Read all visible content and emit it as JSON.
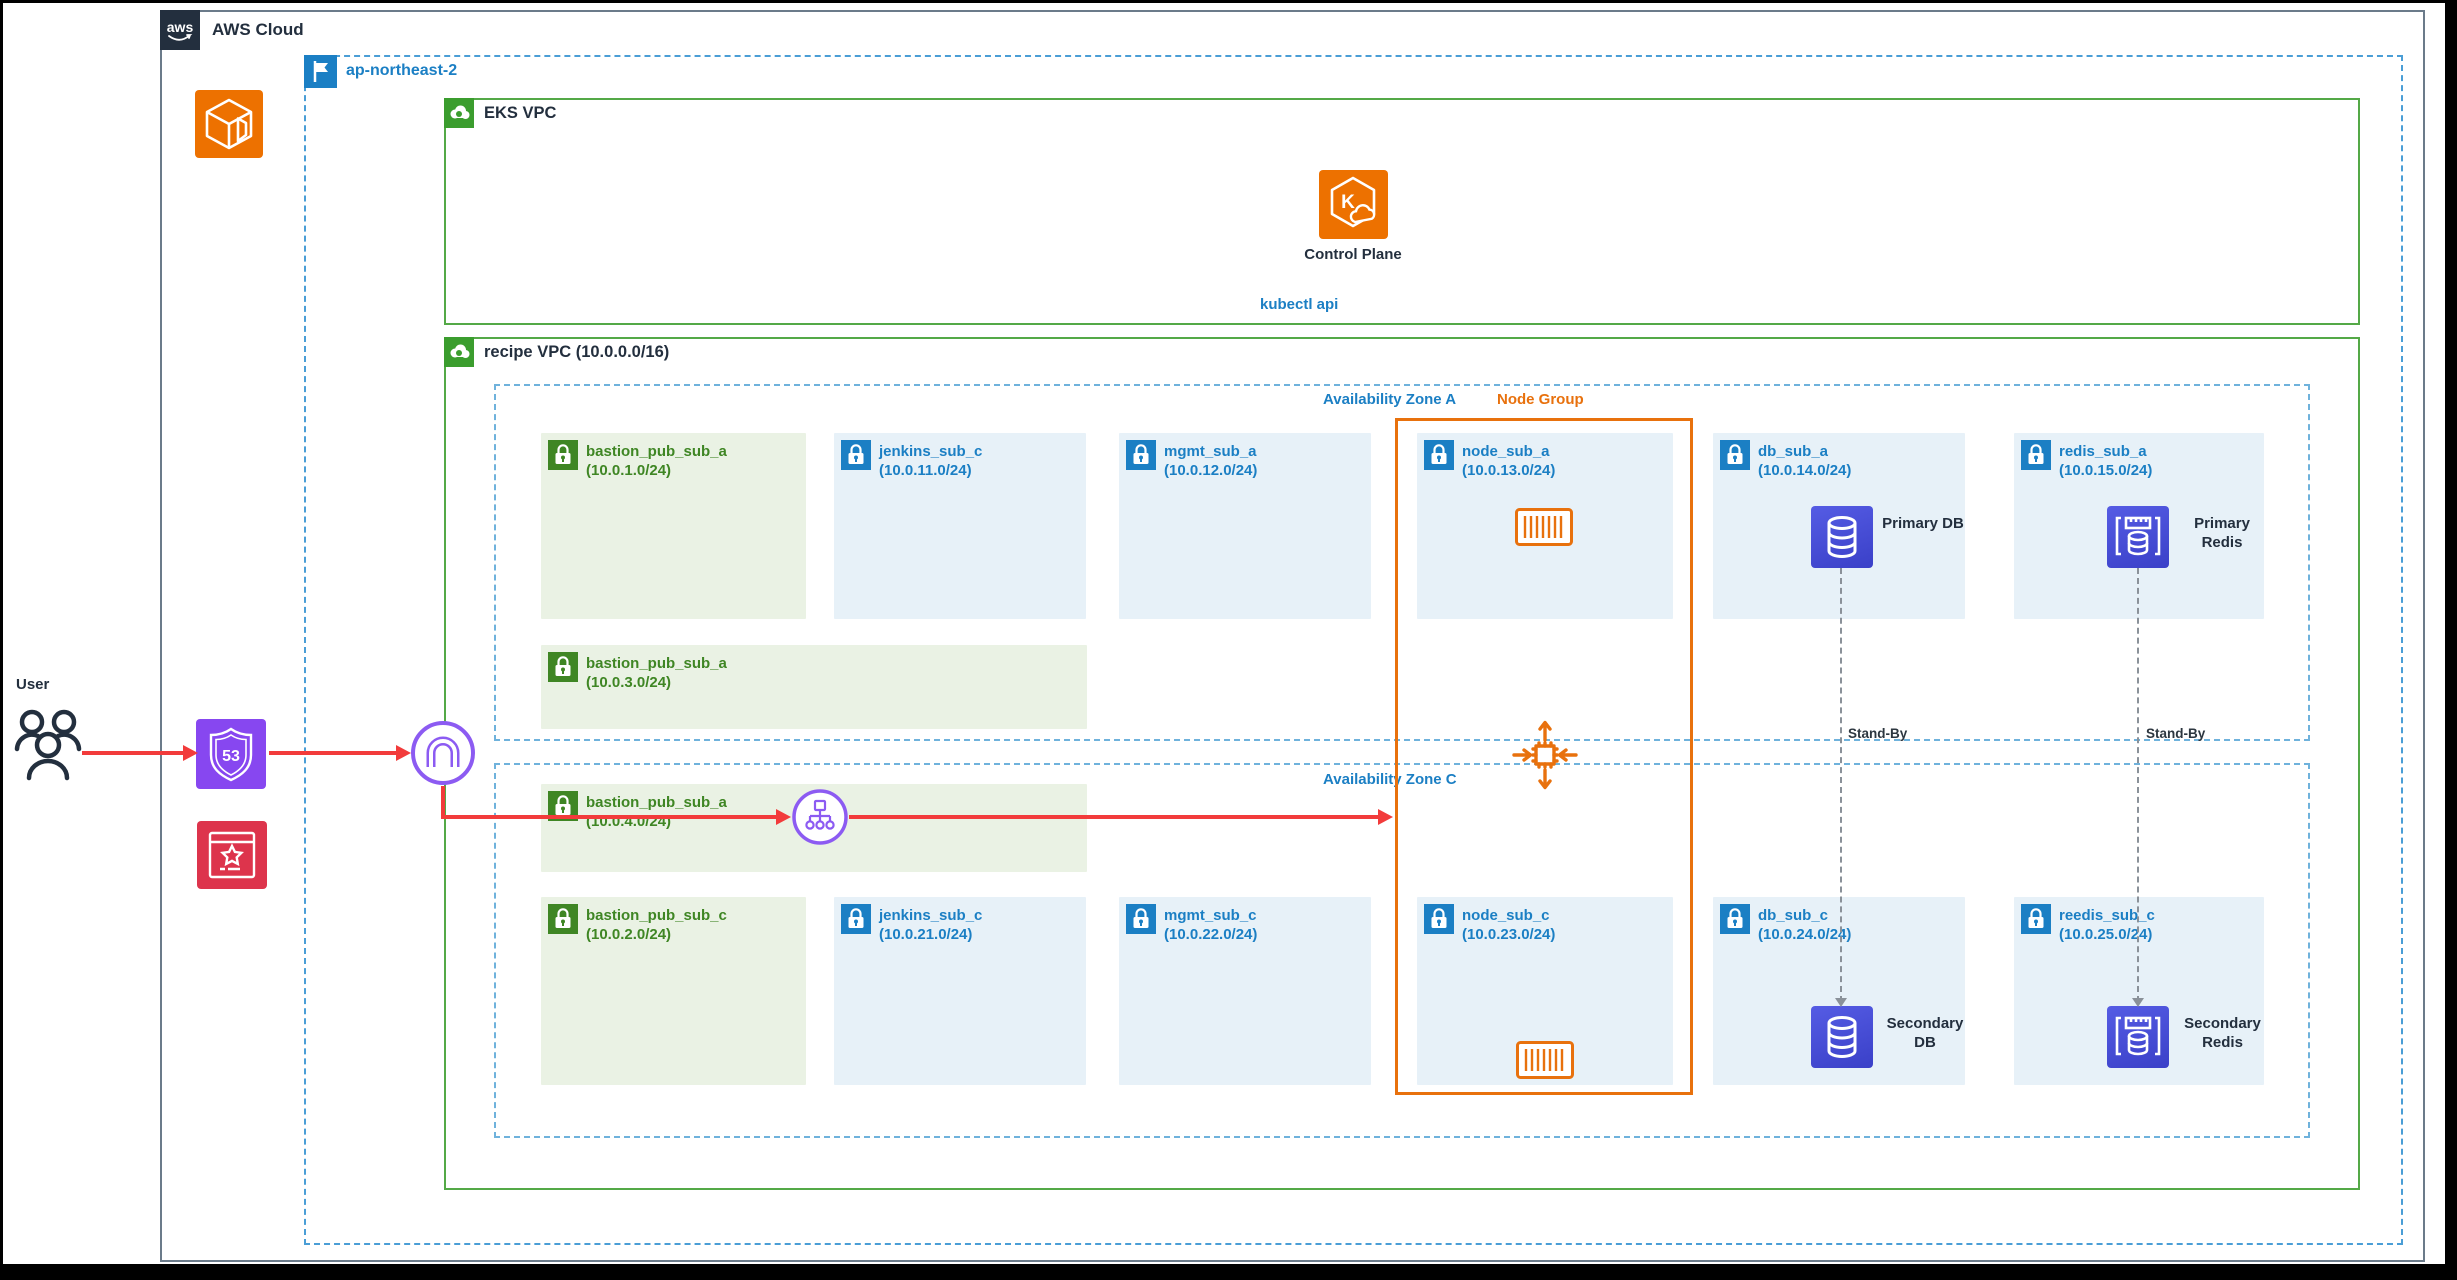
{
  "aws_cloud": {
    "label": "AWS Cloud"
  },
  "region": {
    "label": "ap-northeast-2"
  },
  "eks_vpc": {
    "label": "EKS VPC"
  },
  "control_plane": {
    "label": "Control Plane"
  },
  "kubectl": {
    "label": "kubectl api"
  },
  "recipe_vpc": {
    "label": "recipe VPC (10.0.0.0/16)"
  },
  "zone_a": {
    "label": "Availability Zone A"
  },
  "zone_c": {
    "label": "Availability Zone C"
  },
  "node_group": {
    "label": "Node Group"
  },
  "user": {
    "label": "User"
  },
  "subnets": [
    {
      "name": "bastion_pub_sub_a",
      "cidr": "(10.0.1.0/24)"
    },
    {
      "name": "jenkins_sub_c",
      "cidr": "(10.0.11.0/24)"
    },
    {
      "name": "mgmt_sub_a",
      "cidr": "(10.0.12.0/24)"
    },
    {
      "name": "node_sub_a",
      "cidr": "(10.0.13.0/24)"
    },
    {
      "name": "db_sub_a",
      "cidr": "(10.0.14.0/24)"
    },
    {
      "name": "redis_sub_a",
      "cidr": "(10.0.15.0/24)"
    },
    {
      "name": "bastion_pub_sub_a",
      "cidr": "(10.0.3.0/24)"
    },
    {
      "name": "bastion_pub_sub_a",
      "cidr": "(10.0.4.0/24)"
    },
    {
      "name": "bastion_pub_sub_c",
      "cidr": "(10.0.2.0/24)"
    },
    {
      "name": "jenkins_sub_c",
      "cidr": "(10.0.21.0/24)"
    },
    {
      "name": "mgmt_sub_c",
      "cidr": "(10.0.22.0/24)"
    },
    {
      "name": "node_sub_c",
      "cidr": "(10.0.23.0/24)"
    },
    {
      "name": "db_sub_c",
      "cidr": "(10.0.24.0/24)"
    },
    {
      "name": "reedis_sub_c",
      "cidr": "(10.0.25.0/24)"
    }
  ],
  "resources": {
    "primary_db": "Primary DB",
    "primary_redis": "Primary Redis",
    "secondary_db": "Secondary DB",
    "secondary_redis": "Secondary Redis",
    "standby_left": "Stand-By",
    "standby_right": "Stand-By"
  },
  "icons": {
    "aws_logo": "aws",
    "route53_number": "53",
    "eks_letter": "K"
  },
  "colors": {
    "dark_navy": "#232F3E",
    "region_blue": "#1B7FC4",
    "vpc_green": "#54A947",
    "subnet_green": "#3F8624",
    "subnet_green_bg": "#EAF2E4",
    "subnet_blue_bg": "#E7F1F8",
    "node_group_orange": "#E8710D",
    "service_orange": "#ED7100",
    "db_indigo": "#3A40C8",
    "purple": "#8747F0",
    "waf_red": "#DD344C",
    "arrow_red": "#F23B3B",
    "standby_gray": "#8A9199"
  }
}
